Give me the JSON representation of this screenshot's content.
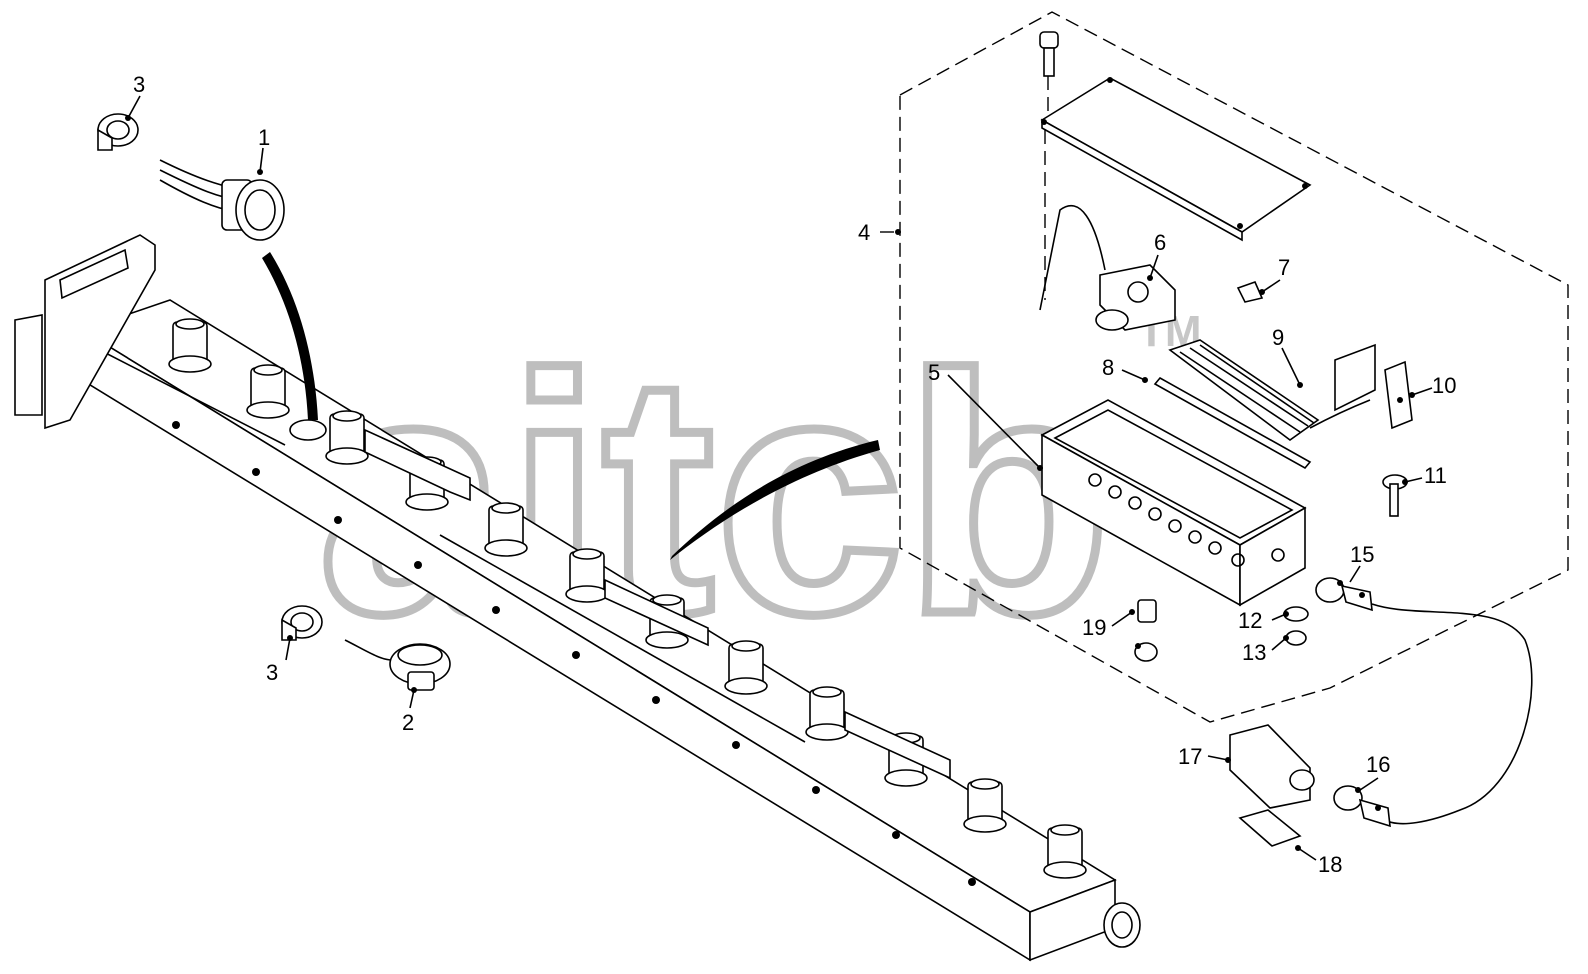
{
  "watermark": {
    "text": "aitcb",
    "mark": "TM"
  },
  "callouts": {
    "c1": "1",
    "c2": "2",
    "c3a": "3",
    "c3b": "3",
    "c4": "4",
    "c5": "5",
    "c6": "6",
    "c7": "7",
    "c8": "8",
    "c9": "9",
    "c10": "10",
    "c11": "11",
    "c12": "12",
    "c13": "13",
    "c15": "15",
    "c16": "16",
    "c17": "17",
    "c18": "18",
    "c19": "19"
  }
}
